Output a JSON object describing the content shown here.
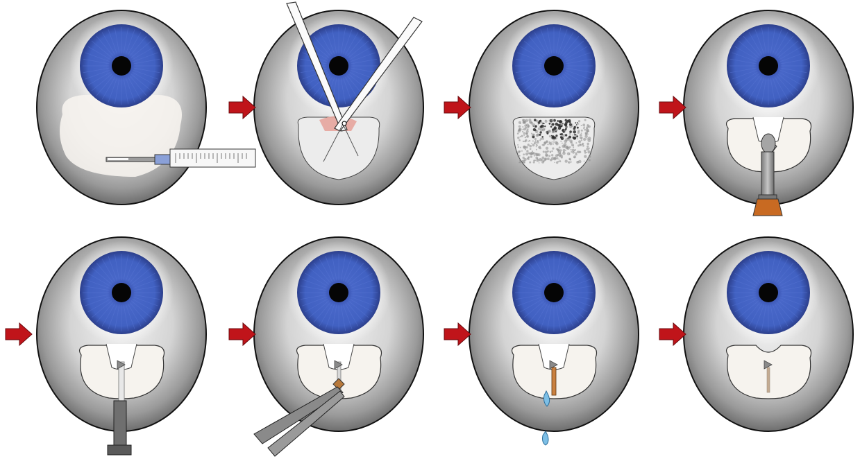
{
  "figure": {
    "rows": 2,
    "columns": 4,
    "arrow_color": "#c0141a",
    "iris_color": "#3f5ec1",
    "sclera_color": "#f6f3ee",
    "panels": [
      {
        "step": 1,
        "icon": "syringe-icon"
      },
      {
        "step": 2,
        "icon": "scissors-icon"
      },
      {
        "step": 3,
        "icon": "ablation-dots-icon"
      },
      {
        "step": 4,
        "icon": "implant-injector-icon"
      },
      {
        "step": 5,
        "icon": "implant-pusher-icon"
      },
      {
        "step": 6,
        "icon": "forceps-icon"
      },
      {
        "step": 7,
        "icon": "fluid-drop-icon"
      },
      {
        "step": 8,
        "icon": "implant-in-place-icon"
      }
    ],
    "arrows": [
      {
        "from": 1,
        "to": 2
      },
      {
        "from": 2,
        "to": 3
      },
      {
        "from": 3,
        "to": 4
      },
      {
        "from": 4,
        "to": 5
      },
      {
        "from": 5,
        "to": 6
      },
      {
        "from": 6,
        "to": 7
      },
      {
        "from": 7,
        "to": 8
      }
    ]
  }
}
